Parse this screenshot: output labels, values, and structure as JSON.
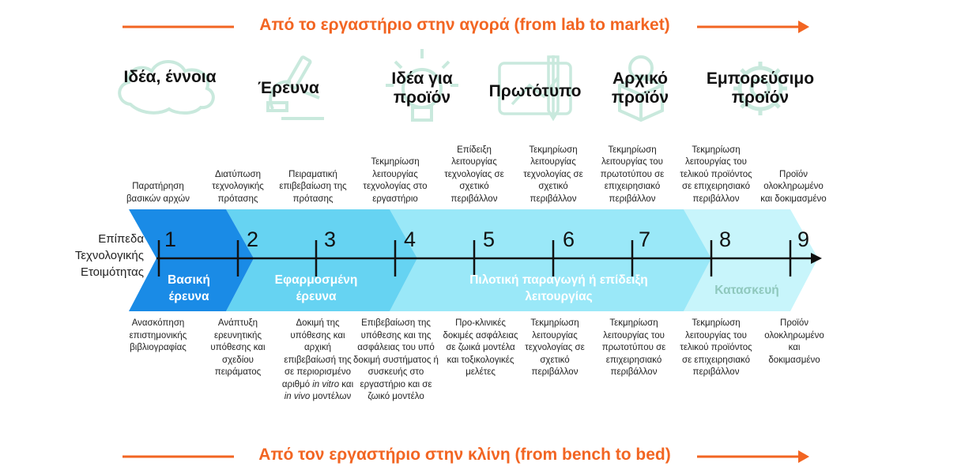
{
  "header_banner": "Από το εργαστήριο στην αγορά (from lab to market)",
  "footer_banner": "Από τον εργαστήριο στην κλίνη (from bench to bed)",
  "trl_label": "Επίπεδα Τεχνολογικής Ετοιμότητας",
  "stages": [
    {
      "title": "Ιδέα, έννοια",
      "icon": "cloud-icon"
    },
    {
      "title": "Έρευνα",
      "icon": "microscope-icon"
    },
    {
      "title": "Ιδέα για προϊόν",
      "icon": "lightbulb-icon"
    },
    {
      "title": "Πρωτότυπο",
      "icon": "blueprint-pencil-icon"
    },
    {
      "title": "Αρχικό προϊόν",
      "icon": "gear-box-icon"
    },
    {
      "title": "Εμπορεύσιμο προϊόν",
      "icon": "gear-icon"
    }
  ],
  "levels": [
    "1",
    "2",
    "3",
    "4",
    "5",
    "6",
    "7",
    "8",
    "9"
  ],
  "bands": [
    {
      "label": "Βασική έρευνα",
      "color": "#1a8be6",
      "text_color": "#ffffff"
    },
    {
      "label": "Εφαρμοσμένη έρευνα",
      "color": "#66d3f2",
      "text_color": "#ffffff"
    },
    {
      "label": "Πιλοτική παραγωγή ή επίδειξη λειτουργίας",
      "color": "#9ae8f8",
      "text_color": "#ffffff"
    },
    {
      "label": "Κατασκευή",
      "color": "#c8f5fb",
      "text_color": "#8fc8bd"
    }
  ],
  "top_descriptions": [
    "Παρατήρηση βασικών αρχών",
    "Διατύπωση τεχνολογικής πρότασης",
    "Πειραματική επιβεβαίωση της πρότασης",
    "Τεκμηρίωση λειτουργίας τεχνολογίας στο εργαστήριο",
    "Επίδειξη λειτουργίας τεχνολογίας σε σχετικό περιβάλλον",
    "Τεκμηρίωση λειτουργίας τεχνολογίας σε σχετικό περιβάλλον",
    "Τεκμηρίωση λειτουργίας του πρωτοτύπου σε επιχειρησιακό περιβάλλον",
    "Τεκμηρίωση λειτουργίας του τελικού προϊόντος σε επιχειρησιακό περιβάλλον",
    "Προϊόν ολοκληρωμένο και δοκιμασμένο"
  ],
  "bottom_descriptions": [
    "Ανασκόπηση επιστημονικής βιβλιογραφίας",
    "Ανάπτυξη ερευνητικής υπόθεσης και σχεδίου πειράματος",
    "Δοκιμή της υπόθεσης και αρχική επιβεβαίωσή της σε περιορισμένο αριθμό in vitro και in vivo μοντέλων",
    "Επιβεβαίωση της υπόθεσης και της ασφάλειας του υπό δοκιμή συστήματος ή συσκευής στο εργαστήριο και σε ζωικό μοντέλο",
    "Προ-κλινικές δοκιμές ασφάλειας σε ζωικά μοντέλα και τοξικολογικές μελέτες",
    "Τεκμηρίωση λειτουργίας τεχνολογίας σε σχετικό περιβάλλον",
    "Τεκμηρίωση λειτουργίας του πρωτοτύπου σε επιχειρησιακό περιβάλλον",
    "Τεκμηρίωση λειτουργίας του τελικού προϊόντος σε επιχειρησιακό περιβάλλον",
    "Προϊόν ολοκληρωμένο και δοκιμασμένο"
  ],
  "colors": {
    "accent": "#f26522",
    "icon": "#c9e9dd"
  }
}
